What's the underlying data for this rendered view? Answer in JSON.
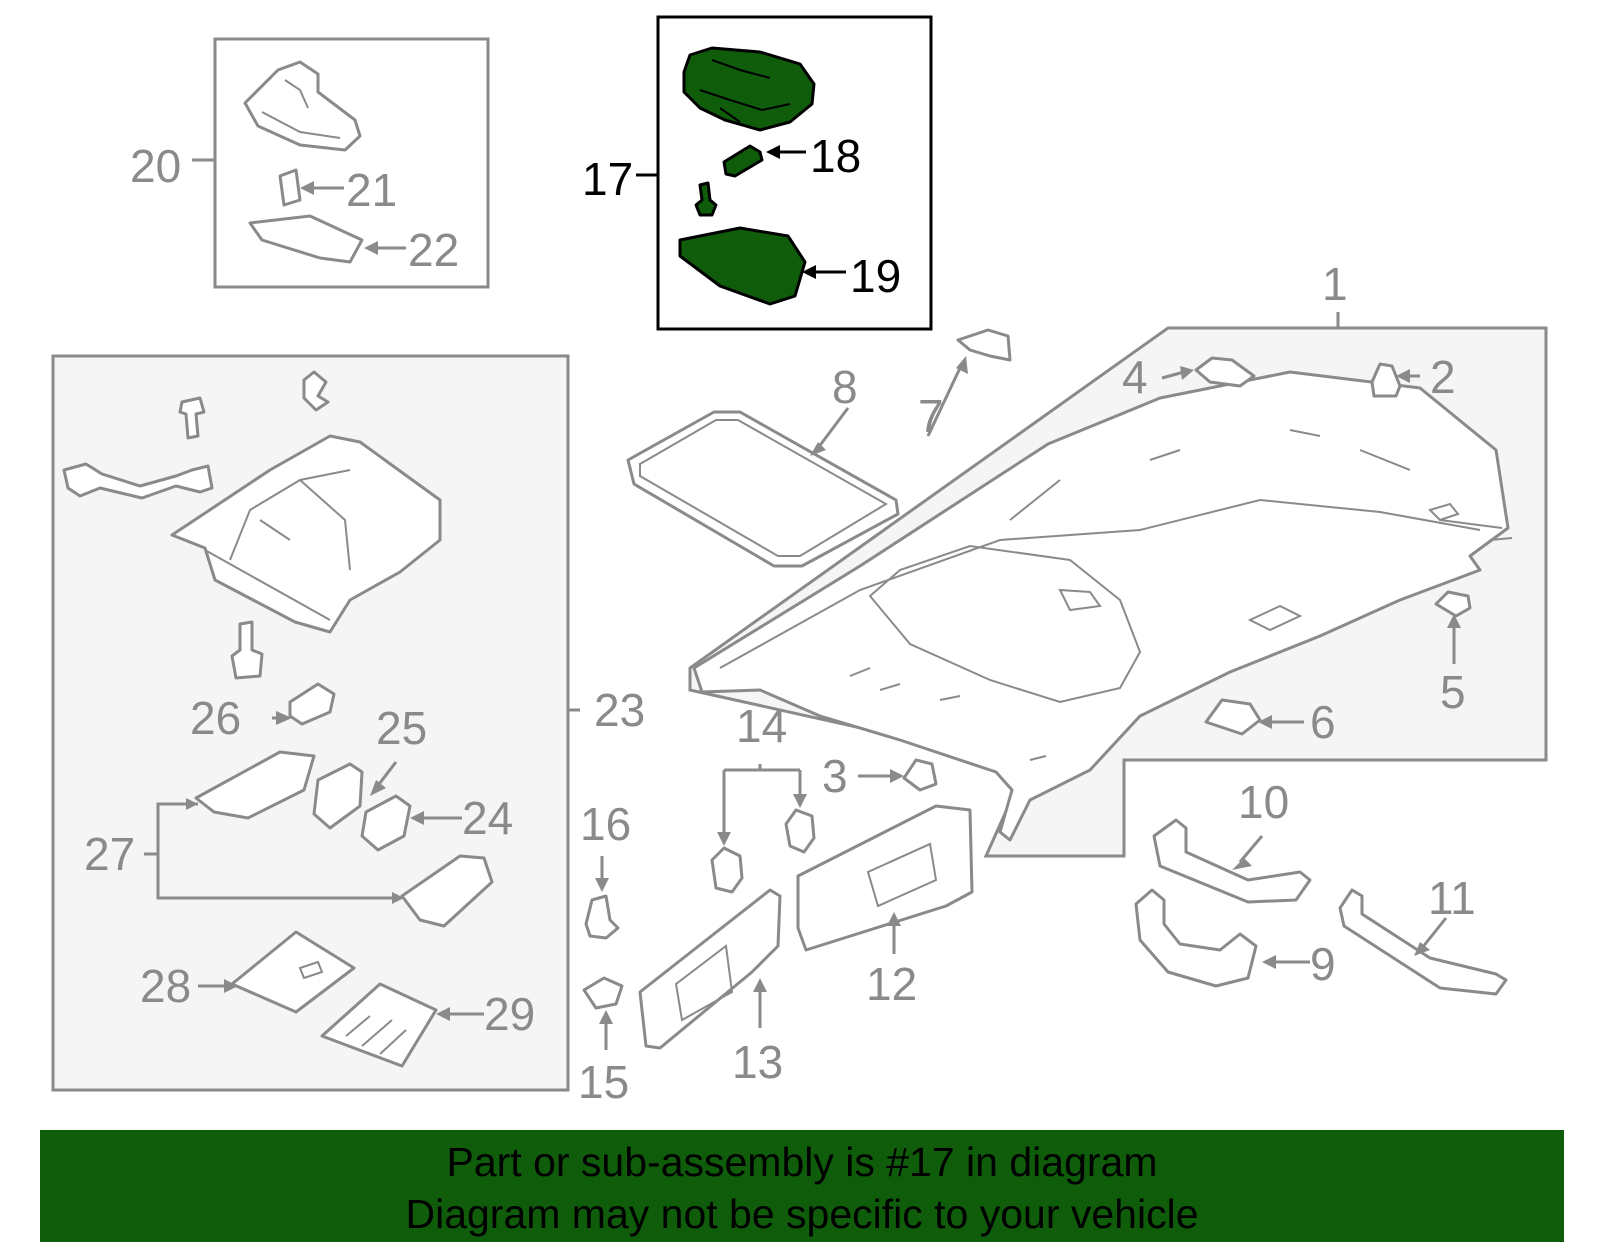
{
  "diagram": {
    "callouts": {
      "c1": "1",
      "c2": "2",
      "c3": "3",
      "c4": "4",
      "c5": "5",
      "c6": "6",
      "c7": "7",
      "c8": "8",
      "c9": "9",
      "c10": "10",
      "c11": "11",
      "c12": "12",
      "c13": "13",
      "c14": "14",
      "c15": "15",
      "c16": "16",
      "c17": "17",
      "c18": "18",
      "c19": "19",
      "c20": "20",
      "c21": "21",
      "c22": "22",
      "c23": "23",
      "c24": "24",
      "c25": "25",
      "c26": "26",
      "c27": "27",
      "c28": "28",
      "c29": "29"
    },
    "highlight_part": "17",
    "colors": {
      "highlight": "#0f5c0a",
      "line": "#8a8a8a",
      "box_fill": "#f5f5f5"
    }
  },
  "banner": {
    "line1": "Part or sub-assembly is #17 in diagram",
    "line2": "Diagram may not be specific to your vehicle"
  }
}
